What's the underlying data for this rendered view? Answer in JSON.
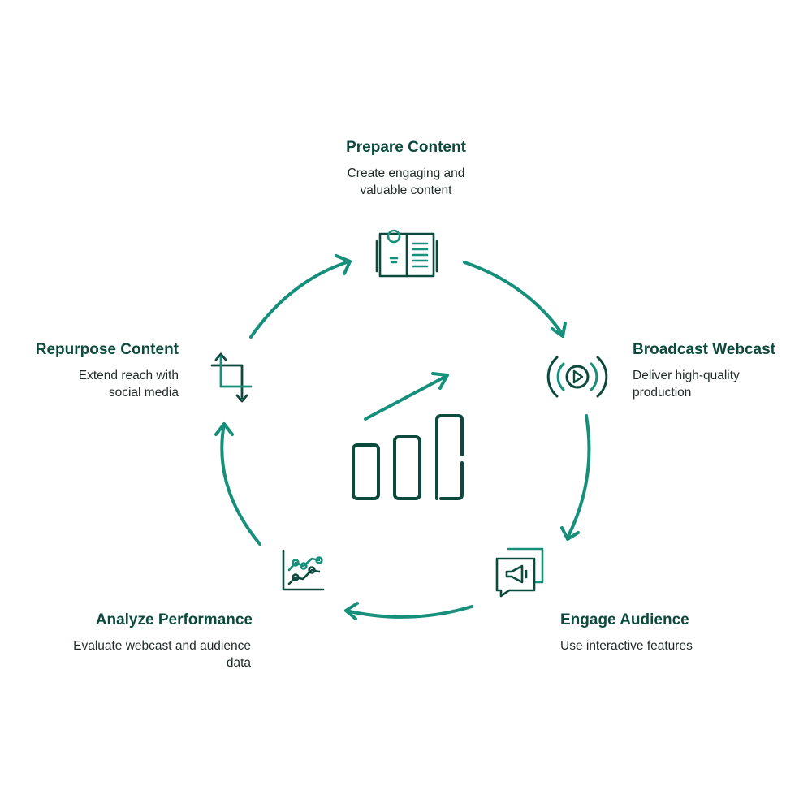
{
  "colors": {
    "arrow": "#16907a",
    "icon_dark": "#0d4a3e",
    "icon_teal": "#16907a",
    "title": "#0d4a3e",
    "text": "#1f2a28"
  },
  "center_icon": "bar-chart-growth-icon",
  "stages": {
    "prepare": {
      "title": "Prepare Content",
      "desc_line1": "Create engaging and",
      "desc_line2": "valuable content",
      "icon": "open-book-lightbulb-icon"
    },
    "broadcast": {
      "title": "Broadcast Webcast",
      "desc_line1": "Deliver high-quality",
      "desc_line2": "production",
      "icon": "broadcast-play-icon"
    },
    "engage": {
      "title": "Engage Audience",
      "desc_line1": "Use interactive features",
      "icon": "megaphone-chat-icon"
    },
    "analyze": {
      "title": "Analyze Performance",
      "desc_line1": "Evaluate webcast and audience",
      "desc_line2": "data",
      "icon": "line-chart-icon"
    },
    "repurpose": {
      "title": "Repurpose Content",
      "desc_line1": "Extend reach with",
      "desc_line2": "social media",
      "icon": "crop-arrows-icon"
    }
  }
}
